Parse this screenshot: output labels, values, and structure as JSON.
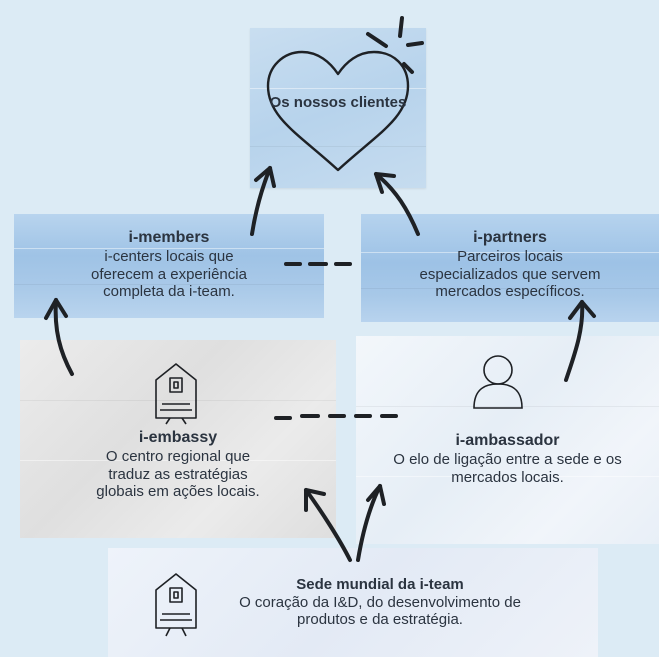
{
  "clientes": {
    "title": "Os nossos clientes"
  },
  "members": {
    "title": "i-members",
    "desc_lines": [
      "i-centers locais que",
      "oferecem a experiência",
      "completa da i-team."
    ]
  },
  "partners": {
    "title": "i-partners",
    "desc_lines": [
      "Parceiros locais",
      "especializados que servem",
      "mercados específicos."
    ]
  },
  "embassy": {
    "title": "i-embassy",
    "desc_lines": [
      "O centro regional que",
      "traduz as estratégias",
      "globais em ações locais."
    ]
  },
  "ambassador": {
    "title": "i-ambassador",
    "desc_lines": [
      "O elo de ligação entre a sede e os",
      "mercados locais."
    ]
  },
  "sede": {
    "title": "Sede mundial da i-team",
    "desc_lines": [
      "O coração da I&D, do desenvolvimento de",
      "produtos e da estratégia."
    ]
  },
  "icons": [
    "heart-icon",
    "building-icon",
    "person-icon",
    "building-icon"
  ],
  "colors": {
    "blue_paper": "#a9c9e8",
    "grey_paper": "#e4e4e4",
    "light_paper": "#eef3fa",
    "ink": "#1e2125"
  }
}
